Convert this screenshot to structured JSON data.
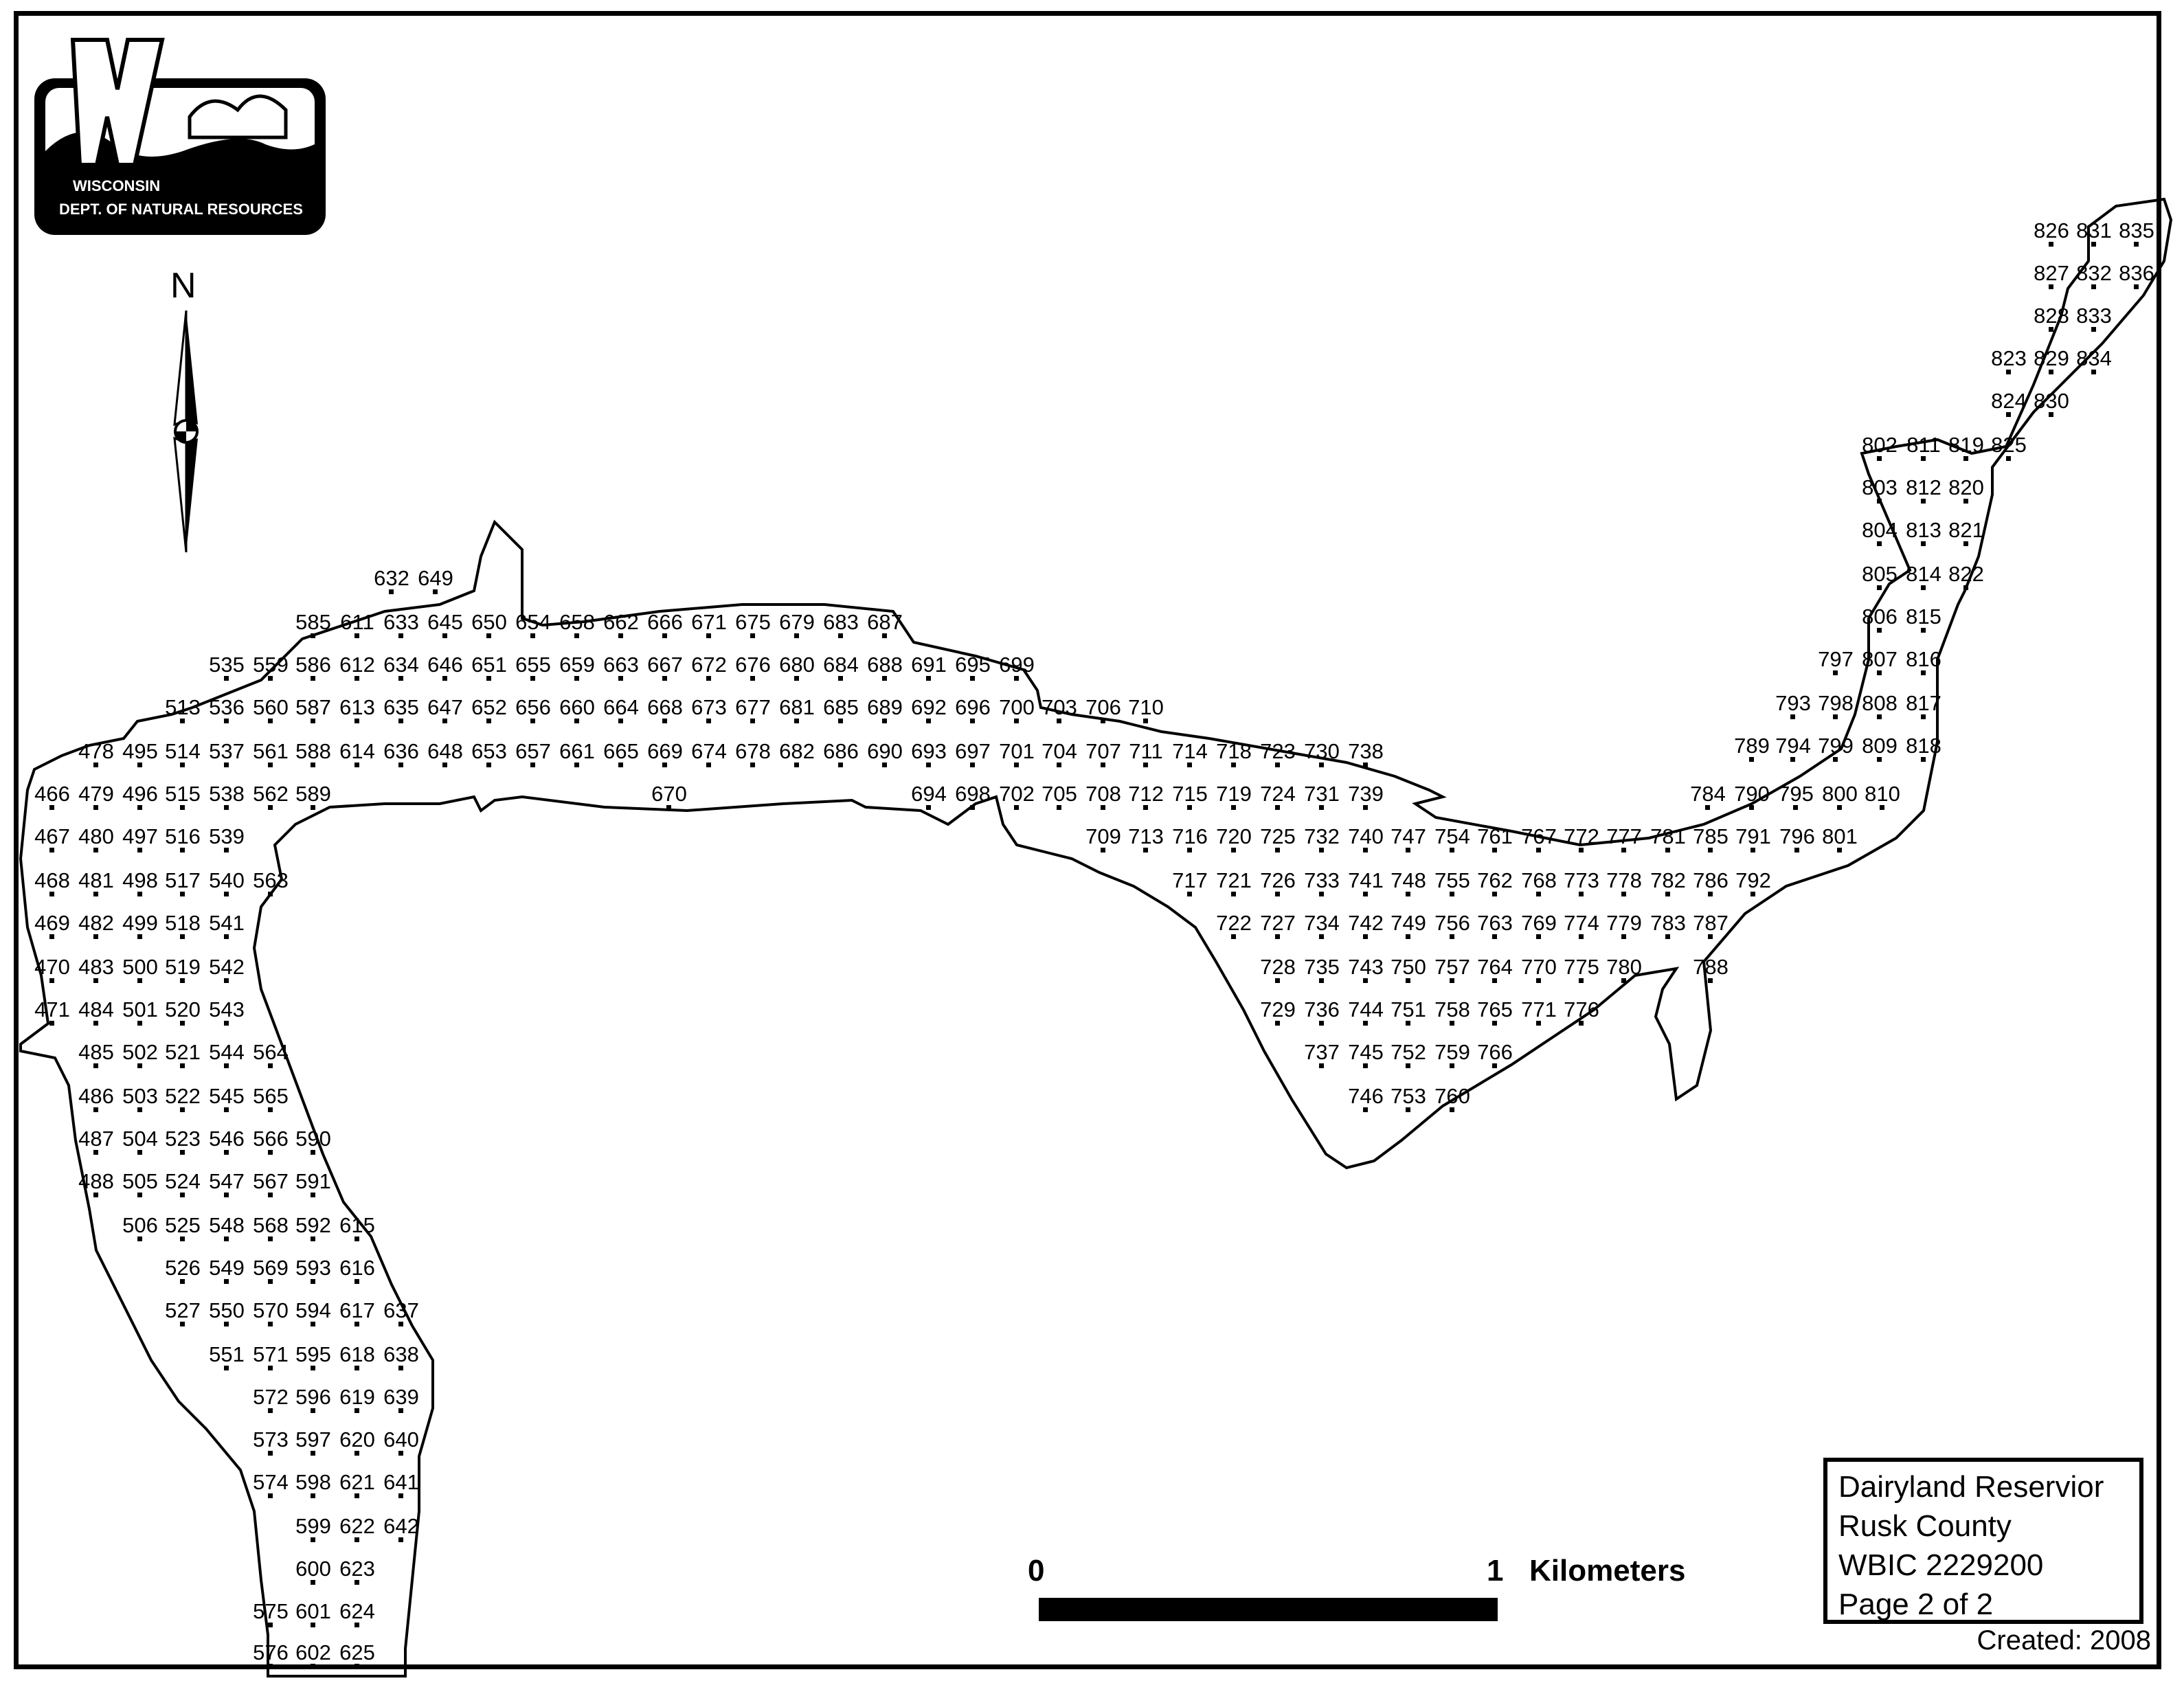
{
  "logo": {
    "line1": "WISCONSIN",
    "line2": "DEPT. OF NATURAL RESOURCES"
  },
  "north_arrow": {
    "label": "N"
  },
  "scale_bar": {
    "start_label": "0",
    "end_label": "1",
    "unit": "Kilometers"
  },
  "legend": {
    "name": "Dairyland Reservior",
    "county": "Rusk County",
    "wbic": "WBIC  2229200",
    "page": "Page 2 of 2"
  },
  "created": "Created: 2008",
  "sample_points": [
    {
      "rows": [
        [
          632,
          570
        ],
        [
          649,
          634
        ]
      ]
    },
    {
      "rows": [
        [
          585,
          456
        ],
        [
          611,
          520
        ],
        [
          633,
          584
        ],
        [
          645,
          648
        ],
        [
          650,
          712
        ],
        [
          654,
          776
        ],
        [
          658,
          840
        ],
        [
          662,
          904
        ],
        [
          666,
          968
        ],
        [
          671,
          1032
        ],
        [
          675,
          1096
        ],
        [
          679,
          1160
        ],
        [
          683,
          1224
        ],
        [
          687,
          1288
        ]
      ]
    },
    {
      "rows": [
        [
          535,
          330
        ],
        [
          559,
          394
        ],
        [
          586,
          456
        ],
        [
          612,
          520
        ],
        [
          634,
          584
        ],
        [
          646,
          648
        ],
        [
          651,
          712
        ],
        [
          655,
          776
        ],
        [
          659,
          840
        ],
        [
          663,
          904
        ],
        [
          667,
          968
        ],
        [
          672,
          1032
        ],
        [
          676,
          1096
        ],
        [
          680,
          1160
        ],
        [
          684,
          1224
        ],
        [
          688,
          1288
        ],
        [
          691,
          1352
        ],
        [
          695,
          1416
        ],
        [
          699,
          1480
        ]
      ]
    },
    {
      "rows": [
        [
          513,
          266
        ],
        [
          536,
          330
        ],
        [
          560,
          394
        ],
        [
          587,
          456
        ],
        [
          613,
          520
        ],
        [
          635,
          584
        ],
        [
          647,
          648
        ],
        [
          652,
          712
        ],
        [
          656,
          776
        ],
        [
          660,
          840
        ],
        [
          664,
          904
        ],
        [
          668,
          968
        ],
        [
          673,
          1032
        ],
        [
          677,
          1096
        ],
        [
          681,
          1160
        ],
        [
          685,
          1224
        ],
        [
          689,
          1288
        ],
        [
          692,
          1352
        ],
        [
          696,
          1416
        ],
        [
          700,
          1480
        ],
        [
          703,
          1542
        ],
        [
          706,
          1606
        ],
        [
          710,
          1668
        ]
      ]
    },
    {
      "rows": [
        [
          478,
          140
        ],
        [
          495,
          204
        ],
        [
          514,
          266
        ],
        [
          537,
          330
        ],
        [
          561,
          394
        ],
        [
          588,
          456
        ],
        [
          614,
          520
        ],
        [
          636,
          584
        ],
        [
          648,
          648
        ],
        [
          653,
          712
        ],
        [
          657,
          776
        ],
        [
          661,
          840
        ],
        [
          665,
          904
        ],
        [
          669,
          968
        ],
        [
          674,
          1032
        ],
        [
          678,
          1096
        ],
        [
          682,
          1160
        ],
        [
          686,
          1224
        ],
        [
          690,
          1288
        ],
        [
          693,
          1352
        ],
        [
          697,
          1416
        ],
        [
          701,
          1480
        ],
        [
          704,
          1542
        ],
        [
          707,
          1606
        ],
        [
          711,
          1668
        ],
        [
          714,
          1732
        ],
        [
          718,
          1796
        ],
        [
          723,
          1860
        ],
        [
          730,
          1924
        ],
        [
          738,
          1988
        ]
      ]
    },
    {
      "rows": [
        [
          466,
          76
        ],
        [
          479,
          140
        ],
        [
          496,
          204
        ],
        [
          515,
          266
        ],
        [
          538,
          330
        ],
        [
          562,
          394
        ],
        [
          589,
          456
        ],
        [
          670,
          974
        ],
        [
          694,
          1352
        ],
        [
          698,
          1416
        ],
        [
          702,
          1480
        ],
        [
          705,
          1542
        ],
        [
          708,
          1606
        ],
        [
          712,
          1668
        ],
        [
          715,
          1732
        ],
        [
          719,
          1796
        ],
        [
          724,
          1860
        ],
        [
          731,
          1924
        ],
        [
          739,
          1988
        ],
        [
          784,
          2486
        ],
        [
          790,
          2550
        ],
        [
          795,
          2614
        ],
        [
          800,
          2678
        ],
        [
          810,
          2740
        ]
      ]
    },
    {
      "rows": [
        [
          467,
          76
        ],
        [
          480,
          140
        ],
        [
          497,
          204
        ],
        [
          516,
          266
        ],
        [
          539,
          330
        ],
        [
          709,
          1606
        ],
        [
          713,
          1668
        ],
        [
          716,
          1732
        ],
        [
          720,
          1796
        ],
        [
          725,
          1860
        ],
        [
          732,
          1924
        ],
        [
          740,
          1988
        ],
        [
          747,
          2050
        ],
        [
          754,
          2114
        ],
        [
          761,
          2176
        ],
        [
          767,
          2240
        ],
        [
          772,
          2302
        ],
        [
          777,
          2364
        ],
        [
          781,
          2428
        ],
        [
          785,
          2490
        ],
        [
          791,
          2552
        ],
        [
          796,
          2616
        ],
        [
          801,
          2678
        ]
      ]
    },
    {
      "rows": [
        [
          468,
          76
        ],
        [
          481,
          140
        ],
        [
          498,
          204
        ],
        [
          517,
          266
        ],
        [
          540,
          330
        ],
        [
          563,
          394
        ],
        [
          717,
          1732
        ],
        [
          721,
          1796
        ],
        [
          726,
          1860
        ],
        [
          733,
          1924
        ],
        [
          741,
          1988
        ],
        [
          748,
          2050
        ],
        [
          755,
          2114
        ],
        [
          762,
          2176
        ],
        [
          768,
          2240
        ],
        [
          773,
          2302
        ],
        [
          778,
          2364
        ],
        [
          782,
          2428
        ],
        [
          786,
          2490
        ],
        [
          792,
          2552
        ]
      ]
    },
    {
      "rows": [
        [
          469,
          76
        ],
        [
          482,
          140
        ],
        [
          499,
          204
        ],
        [
          518,
          266
        ],
        [
          541,
          330
        ],
        [
          722,
          1796
        ],
        [
          727,
          1860
        ],
        [
          734,
          1924
        ],
        [
          742,
          1988
        ],
        [
          749,
          2050
        ],
        [
          756,
          2114
        ],
        [
          763,
          2176
        ],
        [
          769,
          2240
        ],
        [
          774,
          2302
        ],
        [
          779,
          2364
        ],
        [
          783,
          2428
        ],
        [
          787,
          2490
        ]
      ]
    },
    {
      "rows": [
        [
          470,
          76
        ],
        [
          483,
          140
        ],
        [
          500,
          204
        ],
        [
          519,
          266
        ],
        [
          542,
          330
        ],
        [
          728,
          1860
        ],
        [
          735,
          1924
        ],
        [
          743,
          1988
        ],
        [
          750,
          2050
        ],
        [
          757,
          2114
        ],
        [
          764,
          2176
        ],
        [
          770,
          2240
        ],
        [
          775,
          2302
        ],
        [
          780,
          2364
        ],
        [
          788,
          2490
        ]
      ]
    },
    {
      "rows": [
        [
          471,
          76
        ],
        [
          484,
          140
        ],
        [
          501,
          204
        ],
        [
          520,
          266
        ],
        [
          543,
          330
        ],
        [
          729,
          1860
        ],
        [
          736,
          1924
        ],
        [
          744,
          1988
        ],
        [
          751,
          2050
        ],
        [
          758,
          2114
        ],
        [
          765,
          2176
        ],
        [
          771,
          2240
        ],
        [
          776,
          2302
        ]
      ]
    },
    {
      "rows": [
        [
          485,
          140
        ],
        [
          502,
          204
        ],
        [
          521,
          266
        ],
        [
          544,
          330
        ],
        [
          564,
          394
        ],
        [
          737,
          1924
        ],
        [
          745,
          1988
        ],
        [
          752,
          2050
        ],
        [
          759,
          2114
        ],
        [
          766,
          2176
        ]
      ]
    },
    {
      "rows": [
        [
          486,
          140
        ],
        [
          503,
          204
        ],
        [
          522,
          266
        ],
        [
          545,
          330
        ],
        [
          565,
          394
        ],
        [
          746,
          1988
        ],
        [
          753,
          2050
        ],
        [
          760,
          2114
        ]
      ]
    },
    {
      "rows": [
        [
          487,
          140
        ],
        [
          504,
          204
        ],
        [
          523,
          266
        ],
        [
          546,
          330
        ],
        [
          566,
          394
        ],
        [
          590,
          456
        ]
      ]
    },
    {
      "rows": [
        [
          488,
          140
        ],
        [
          505,
          204
        ],
        [
          524,
          266
        ],
        [
          547,
          330
        ],
        [
          567,
          394
        ],
        [
          591,
          456
        ]
      ]
    },
    {
      "rows": [
        [
          506,
          204
        ],
        [
          525,
          266
        ],
        [
          548,
          330
        ],
        [
          568,
          394
        ],
        [
          592,
          456
        ],
        [
          615,
          520
        ]
      ]
    },
    {
      "rows": [
        [
          526,
          266
        ],
        [
          549,
          330
        ],
        [
          569,
          394
        ],
        [
          593,
          456
        ],
        [
          616,
          520
        ]
      ]
    },
    {
      "rows": [
        [
          527,
          266
        ],
        [
          550,
          330
        ],
        [
          570,
          394
        ],
        [
          594,
          456
        ],
        [
          617,
          520
        ],
        [
          637,
          584
        ]
      ]
    },
    {
      "rows": [
        [
          551,
          330
        ],
        [
          571,
          394
        ],
        [
          595,
          456
        ],
        [
          618,
          520
        ],
        [
          638,
          584
        ]
      ]
    },
    {
      "rows": [
        [
          572,
          394
        ],
        [
          596,
          456
        ],
        [
          619,
          520
        ],
        [
          639,
          584
        ]
      ]
    },
    {
      "rows": [
        [
          573,
          394
        ],
        [
          597,
          456
        ],
        [
          620,
          520
        ],
        [
          640,
          584
        ]
      ]
    },
    {
      "rows": [
        [
          574,
          394
        ],
        [
          598,
          456
        ],
        [
          621,
          520
        ],
        [
          641,
          584
        ]
      ]
    },
    {
      "rows": [
        [
          599,
          456
        ],
        [
          622,
          520
        ],
        [
          642,
          584
        ]
      ]
    },
    {
      "rows": [
        [
          600,
          456
        ],
        [
          623,
          520
        ]
      ]
    },
    {
      "rows": [
        [
          575,
          394
        ],
        [
          601,
          456
        ],
        [
          624,
          520
        ]
      ]
    },
    {
      "rows": [
        [
          576,
          394
        ],
        [
          602,
          456
        ],
        [
          625,
          520
        ]
      ]
    },
    {
      "rows": [
        [
          826,
          2986
        ],
        [
          831,
          3048
        ],
        [
          835,
          3110
        ]
      ]
    },
    {
      "rows": [
        [
          827,
          2986
        ],
        [
          832,
          3048
        ],
        [
          836,
          3110
        ]
      ]
    },
    {
      "rows": [
        [
          828,
          2986
        ],
        [
          833,
          3048
        ]
      ]
    },
    {
      "rows": [
        [
          823,
          2924
        ],
        [
          829,
          2986
        ],
        [
          834,
          3048
        ]
      ]
    },
    {
      "rows": [
        [
          824,
          2924
        ],
        [
          830,
          2986
        ]
      ]
    },
    {
      "rows": [
        [
          802,
          2736
        ],
        [
          811,
          2800
        ],
        [
          819,
          2862
        ],
        [
          825,
          2924
        ]
      ]
    },
    {
      "rows": [
        [
          803,
          2736
        ],
        [
          812,
          2800
        ],
        [
          820,
          2862
        ]
      ]
    },
    {
      "rows": [
        [
          804,
          2736
        ],
        [
          813,
          2800
        ],
        [
          821,
          2862
        ]
      ]
    },
    {
      "rows": [
        [
          805,
          2736
        ],
        [
          814,
          2800
        ],
        [
          822,
          2862
        ]
      ]
    },
    {
      "rows": [
        [
          806,
          2736
        ],
        [
          815,
          2800
        ]
      ]
    },
    {
      "rows": [
        [
          797,
          2672
        ],
        [
          807,
          2736
        ],
        [
          816,
          2800
        ]
      ]
    },
    {
      "rows": [
        [
          793,
          2610
        ],
        [
          798,
          2672
        ],
        [
          808,
          2736
        ],
        [
          817,
          2800
        ]
      ]
    },
    {
      "rows": [
        [
          789,
          2550
        ],
        [
          794,
          2610
        ],
        [
          799,
          2672
        ],
        [
          809,
          2736
        ],
        [
          818,
          2800
        ]
      ]
    }
  ]
}
